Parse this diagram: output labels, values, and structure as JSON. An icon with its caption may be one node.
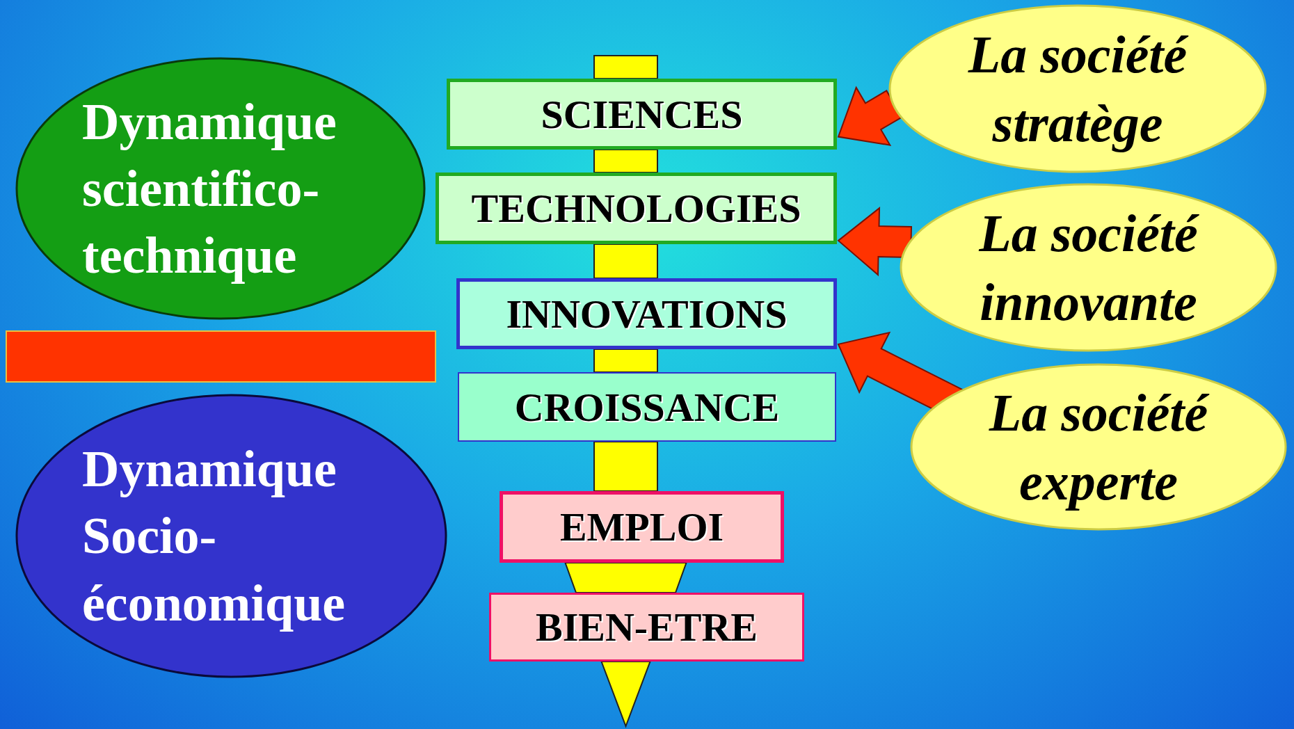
{
  "diagram": {
    "nodes": [
      {
        "text": [
          "Dynamique scientifico-technique"
        ]
      },
      {
        "text": [],
        "shape": "bar"
      },
      {
        "text": [
          "Dynamique Socio-économique"
        ]
      },
      {
        "text": [
          "SCIENCES"
        ]
      },
      {
        "text": [
          "TECHNOLOGIES"
        ]
      },
      {
        "text": [
          "INNOVATIONS"
        ]
      },
      {
        "text": [
          "CROISSANCE"
        ]
      },
      {
        "text": [
          "EMPLOI"
        ]
      },
      {
        "text": [
          "BIEN-ETRE"
        ]
      },
      {
        "text": [
          "La société stratège"
        ]
      },
      {
        "text": [
          "La société innovante"
        ]
      },
      {
        "text": [
          "La société experte"
        ]
      }
    ],
    "edges": [
      {
        "from": 3,
        "to": 4,
        "arrow": "none"
      },
      {
        "from": 4,
        "to": 5,
        "arrow": "none"
      },
      {
        "from": 5,
        "to": 6,
        "arrow": "none"
      },
      {
        "from": 6,
        "to": 7,
        "arrow": "none"
      },
      {
        "from": 7,
        "to": 8,
        "arrow": "none"
      },
      {
        "from": 8,
        "to": null,
        "arrow": "to"
      },
      {
        "from": 9,
        "to": 3,
        "arrow": "to",
        "style": "thick",
        "color": "#ff3300"
      },
      {
        "from": 10,
        "to": 4,
        "arrow": "to",
        "style": "thick",
        "color": "#ff3300"
      },
      {
        "from": 11,
        "to": 5,
        "arrow": "to",
        "style": "thick",
        "color": "#ff3300"
      }
    ]
  }
}
